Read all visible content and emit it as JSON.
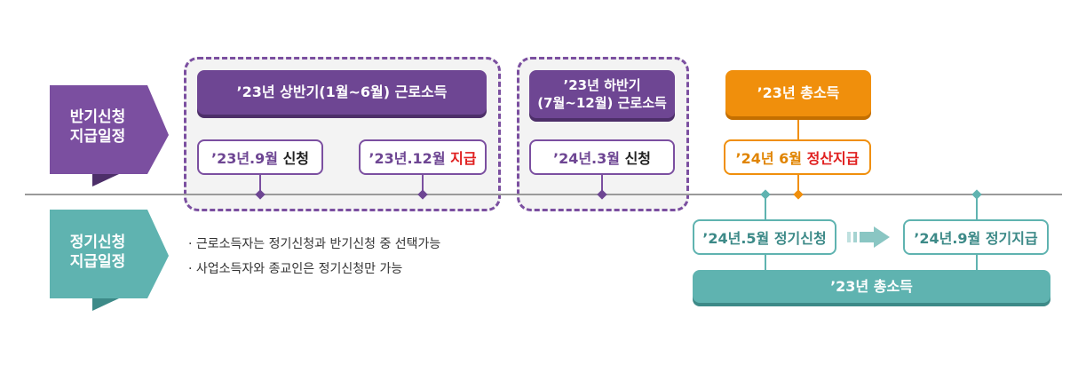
{
  "ribbons": {
    "half": {
      "line1": "반기신청",
      "line2": "지급일정",
      "color": "#7b4fa0"
    },
    "regular": {
      "line1": "정기신청",
      "line2": "지급일정",
      "color": "#5fb3b0"
    }
  },
  "first_half": {
    "header": "’23년 상반기(1월~6월) 근로소득",
    "apply": {
      "date": "’23년.9월",
      "action": "신청"
    },
    "pay": {
      "date": "’23년.12월",
      "action": "지급"
    }
  },
  "second_half": {
    "header_line1": "’23년 하반기",
    "header_line2": "(7월~12월) 근로소득",
    "apply": {
      "date": "’24년.3월",
      "action": "신청"
    }
  },
  "total_income": {
    "header": "’23년 총소득",
    "settle": {
      "date": "’24년 6월",
      "action": "정산지급"
    }
  },
  "regular": {
    "apply": "’24년.5월 정기신청",
    "pay": "’24년.9월 정기지급",
    "bar": "’23년 총소득"
  },
  "notes": [
    "· 근로소득자는 정기신청과 반기신청 중 선택가능",
    "· 사업소득자와 종교인은 정기신청만 가능"
  ],
  "colors": {
    "purple": "#6e4693",
    "orange": "#f08f0c",
    "teal": "#5fb3b0",
    "red": "#e02020"
  }
}
